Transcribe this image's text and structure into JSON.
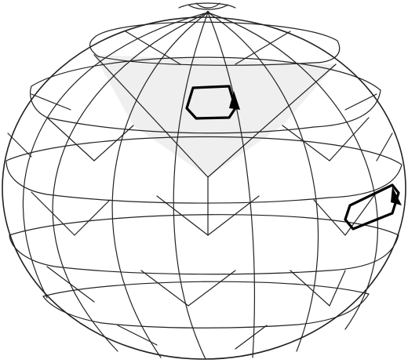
{
  "diagram": {
    "subject": "triangulated-sphere-grid",
    "face_fill": "#efefef",
    "line_color": "#222222",
    "loop_color": "#000000",
    "circulation_loops": [
      {
        "id": "upper-loop",
        "direction": "counterclockwise"
      },
      {
        "id": "side-loop",
        "direction": "counterclockwise"
      }
    ]
  }
}
